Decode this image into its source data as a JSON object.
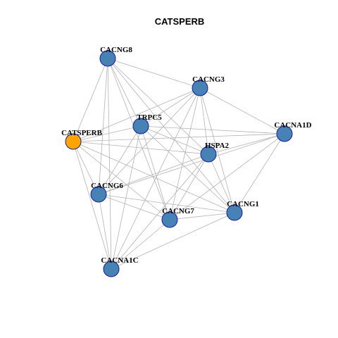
{
  "title": "CATSPERB",
  "colors": {
    "highlight_node": "#FFA500",
    "default_node": "#4682B4",
    "node_border": "#1A1AA6",
    "edge": "#B3B3B3"
  },
  "nodes": [
    {
      "id": "CACNG8",
      "label": "CACNG8",
      "highlight": false
    },
    {
      "id": "CACNG3",
      "label": "CACNG3",
      "highlight": false
    },
    {
      "id": "TRPC5",
      "label": "TRPC5",
      "highlight": false
    },
    {
      "id": "CATSPERB",
      "label": "CATSPERB",
      "highlight": true
    },
    {
      "id": "CACNA1D",
      "label": "CACNA1D",
      "highlight": false
    },
    {
      "id": "HSPA2",
      "label": "HSPA2",
      "highlight": false
    },
    {
      "id": "CACNG6",
      "label": "CACNG6",
      "highlight": false
    },
    {
      "id": "CACNG1",
      "label": "CACNG1",
      "highlight": false
    },
    {
      "id": "CACNG7",
      "label": "CACNG7",
      "highlight": false
    },
    {
      "id": "CACNA1C",
      "label": "CACNA1C",
      "highlight": false
    }
  ],
  "edges": [
    [
      "CACNG8",
      "CACNG3"
    ],
    [
      "CACNG8",
      "TRPC5"
    ],
    [
      "CACNG8",
      "CATSPERB"
    ],
    [
      "CACNG8",
      "HSPA2"
    ],
    [
      "CACNG8",
      "CACNG6"
    ],
    [
      "CACNG8",
      "CACNG1"
    ],
    [
      "CACNG8",
      "CACNG7"
    ],
    [
      "CACNG8",
      "CACNA1C"
    ],
    [
      "CACNG3",
      "CACNA1D"
    ],
    [
      "CACNG3",
      "TRPC5"
    ],
    [
      "CACNG3",
      "HSPA2"
    ],
    [
      "CACNG3",
      "CATSPERB"
    ],
    [
      "CACNG3",
      "CACNG6"
    ],
    [
      "CACNG3",
      "CACNG1"
    ],
    [
      "CACNG3",
      "CACNG7"
    ],
    [
      "CACNG3",
      "CACNA1C"
    ],
    [
      "TRPC5",
      "CATSPERB"
    ],
    [
      "TRPC5",
      "HSPA2"
    ],
    [
      "TRPC5",
      "CACNA1D"
    ],
    [
      "TRPC5",
      "CACNG6"
    ],
    [
      "TRPC5",
      "CACNG1"
    ],
    [
      "TRPC5",
      "CACNG7"
    ],
    [
      "TRPC5",
      "CACNA1C"
    ],
    [
      "CATSPERB",
      "HSPA2"
    ],
    [
      "CATSPERB",
      "CACNA1D"
    ],
    [
      "CATSPERB",
      "CACNG6"
    ],
    [
      "CATSPERB",
      "CACNG7"
    ],
    [
      "CATSPERB",
      "CACNA1C"
    ],
    [
      "CATSPERB",
      "CACNG1"
    ],
    [
      "CACNA1D",
      "HSPA2"
    ],
    [
      "CACNA1D",
      "CACNG6"
    ],
    [
      "CACNA1D",
      "CACNG1"
    ],
    [
      "CACNA1D",
      "CACNG7"
    ],
    [
      "HSPA2",
      "CACNG6"
    ],
    [
      "HSPA2",
      "CACNG1"
    ],
    [
      "HSPA2",
      "CACNG7"
    ],
    [
      "HSPA2",
      "CACNA1C"
    ],
    [
      "CACNG6",
      "CACNG7"
    ],
    [
      "CACNG6",
      "CACNA1C"
    ],
    [
      "CACNG6",
      "CACNG1"
    ],
    [
      "CACNG1",
      "CACNG7"
    ],
    [
      "CACNG1",
      "CACNA1C"
    ],
    [
      "CACNG7",
      "CACNA1C"
    ]
  ]
}
